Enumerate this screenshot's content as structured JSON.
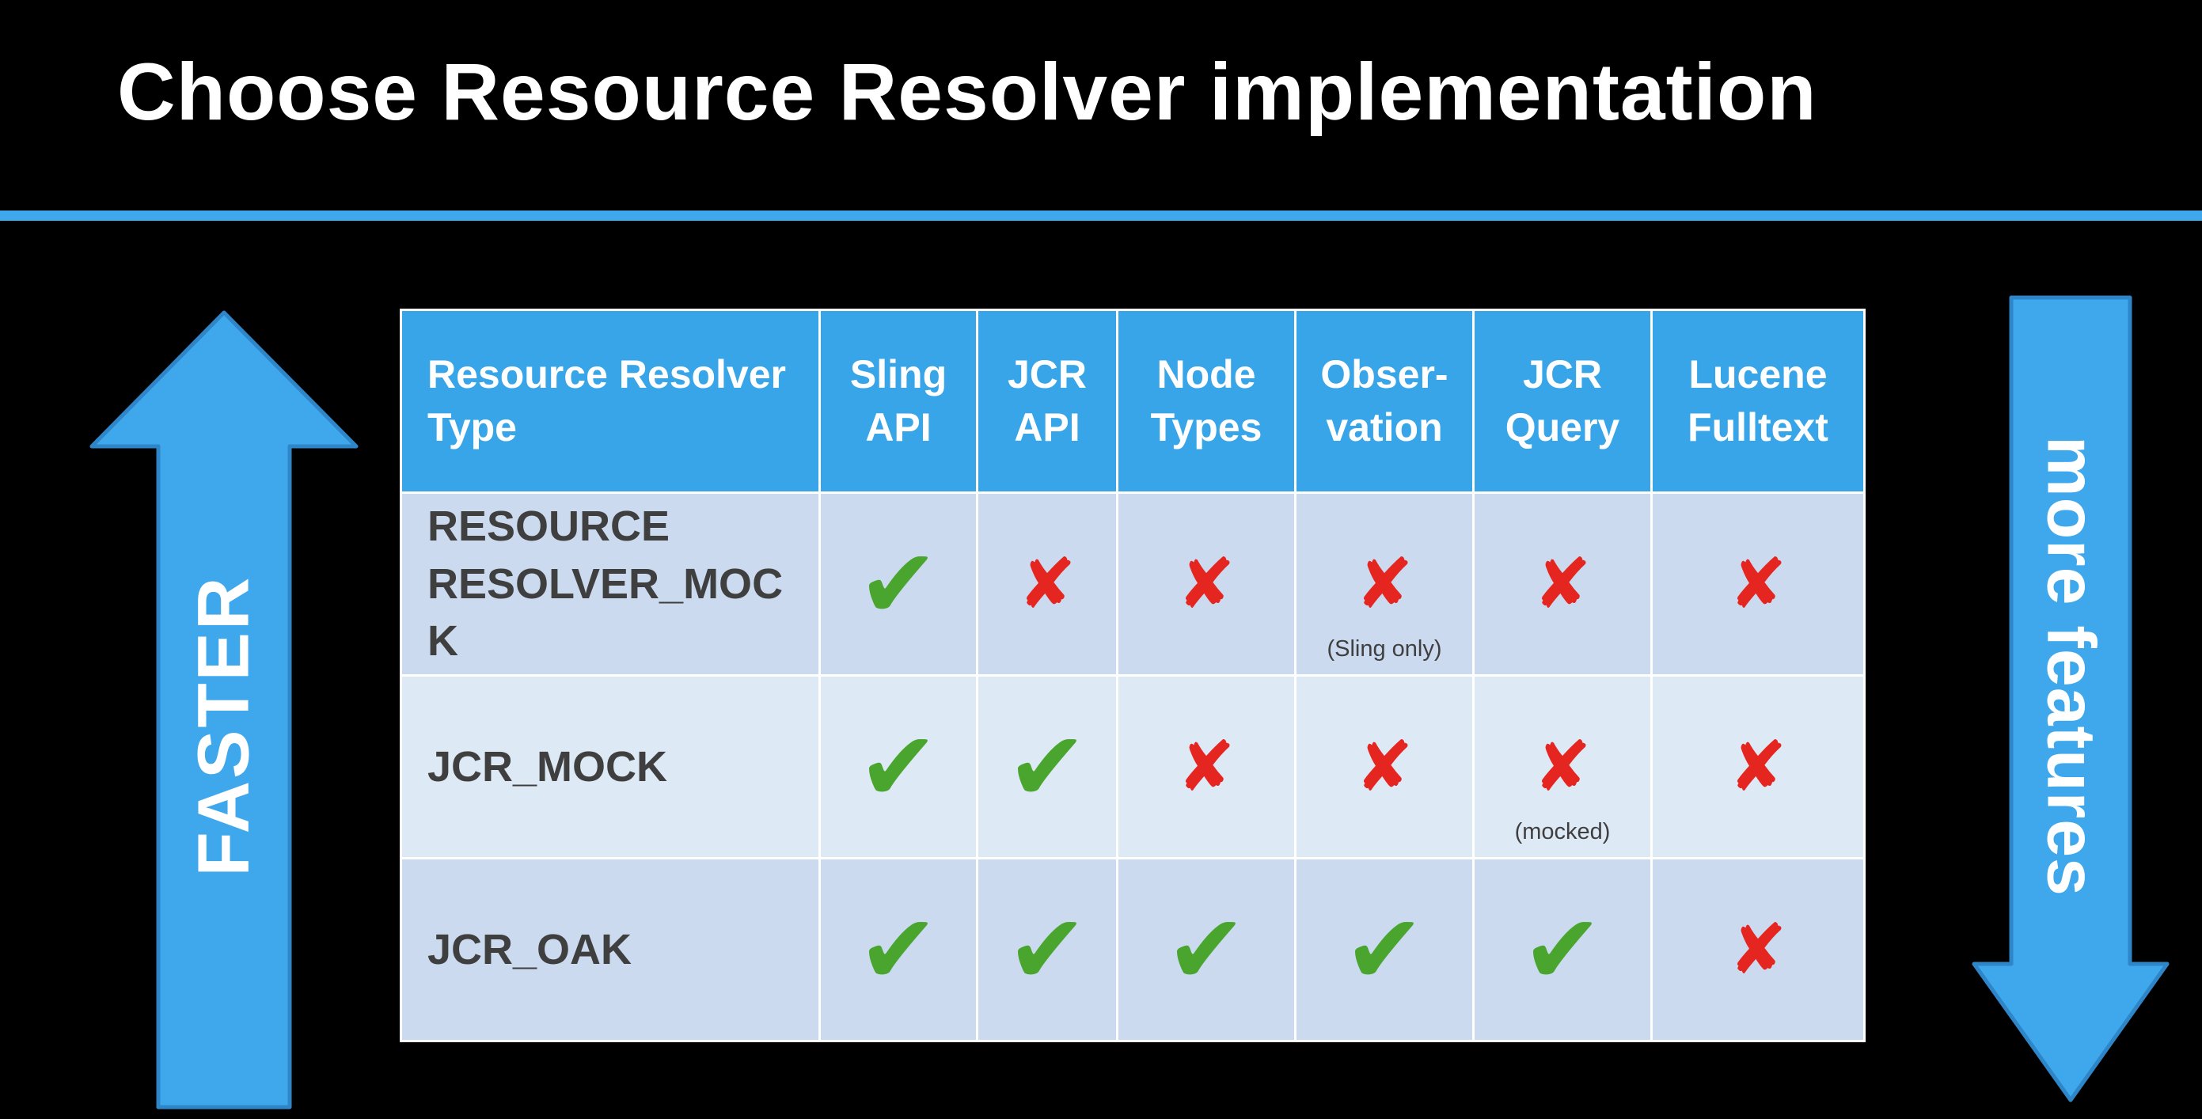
{
  "slide": {
    "title": "Choose Resource Resolver implementation"
  },
  "arrows": {
    "left_label": "FASTER",
    "right_label": "more features"
  },
  "icons": {
    "check": "✔",
    "cross": "✘"
  },
  "colors": {
    "background": "#000000",
    "accent_blue": "#3FA8EC",
    "accent_blue_stroke": "#2E86C9",
    "header_blue": "#38A5E9",
    "row_shade_a": "#CBDAEF",
    "row_shade_b": "#DEE9F6",
    "check_green": "#4AA52E",
    "cross_red": "#E52620",
    "label_dark": "#3F3F3F",
    "header_text": "#FFFFFF"
  },
  "table": {
    "headers": [
      {
        "line1": "Resource Resolver",
        "line2": "Type"
      },
      {
        "line1": "Sling",
        "line2": "API"
      },
      {
        "line1": "JCR",
        "line2": "API"
      },
      {
        "line1": "Node",
        "line2": "Types"
      },
      {
        "line1": "Obser-",
        "line2": "vation"
      },
      {
        "line1": "JCR",
        "line2": "Query"
      },
      {
        "line1": "Lucene",
        "line2": "Fulltext"
      }
    ],
    "rows": [
      {
        "label": "RESOURCE RESOLVER_MOCK",
        "cells": [
          {
            "mark": "check",
            "note": ""
          },
          {
            "mark": "cross",
            "note": ""
          },
          {
            "mark": "cross",
            "note": ""
          },
          {
            "mark": "cross",
            "note": "(Sling only)"
          },
          {
            "mark": "cross",
            "note": ""
          },
          {
            "mark": "cross",
            "note": ""
          }
        ]
      },
      {
        "label": "JCR_MOCK",
        "cells": [
          {
            "mark": "check",
            "note": ""
          },
          {
            "mark": "check",
            "note": ""
          },
          {
            "mark": "cross",
            "note": ""
          },
          {
            "mark": "cross",
            "note": ""
          },
          {
            "mark": "cross",
            "note": "(mocked)"
          },
          {
            "mark": "cross",
            "note": ""
          }
        ]
      },
      {
        "label": "JCR_OAK",
        "cells": [
          {
            "mark": "check",
            "note": ""
          },
          {
            "mark": "check",
            "note": ""
          },
          {
            "mark": "check",
            "note": ""
          },
          {
            "mark": "check",
            "note": ""
          },
          {
            "mark": "check",
            "note": ""
          },
          {
            "mark": "cross",
            "note": ""
          }
        ]
      }
    ]
  }
}
